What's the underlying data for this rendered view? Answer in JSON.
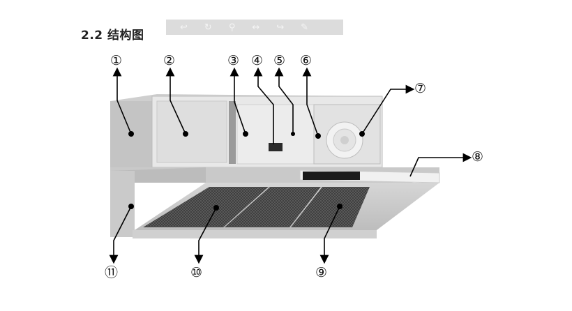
{
  "title": "2.2 结构图",
  "toolbar": {
    "icons": [
      "arrow-left-icon",
      "rotate-icon",
      "zoom-icon",
      "crop-icon",
      "arrow-right-icon",
      "edit-icon"
    ],
    "glyphs": [
      "↩",
      "↻",
      "⚲",
      "↔",
      "↪",
      "✎"
    ]
  },
  "callouts": [
    "①",
    "②",
    "③",
    "④",
    "⑤",
    "⑥",
    "⑦",
    "⑧",
    "⑨",
    "⑩",
    "⑪"
  ]
}
